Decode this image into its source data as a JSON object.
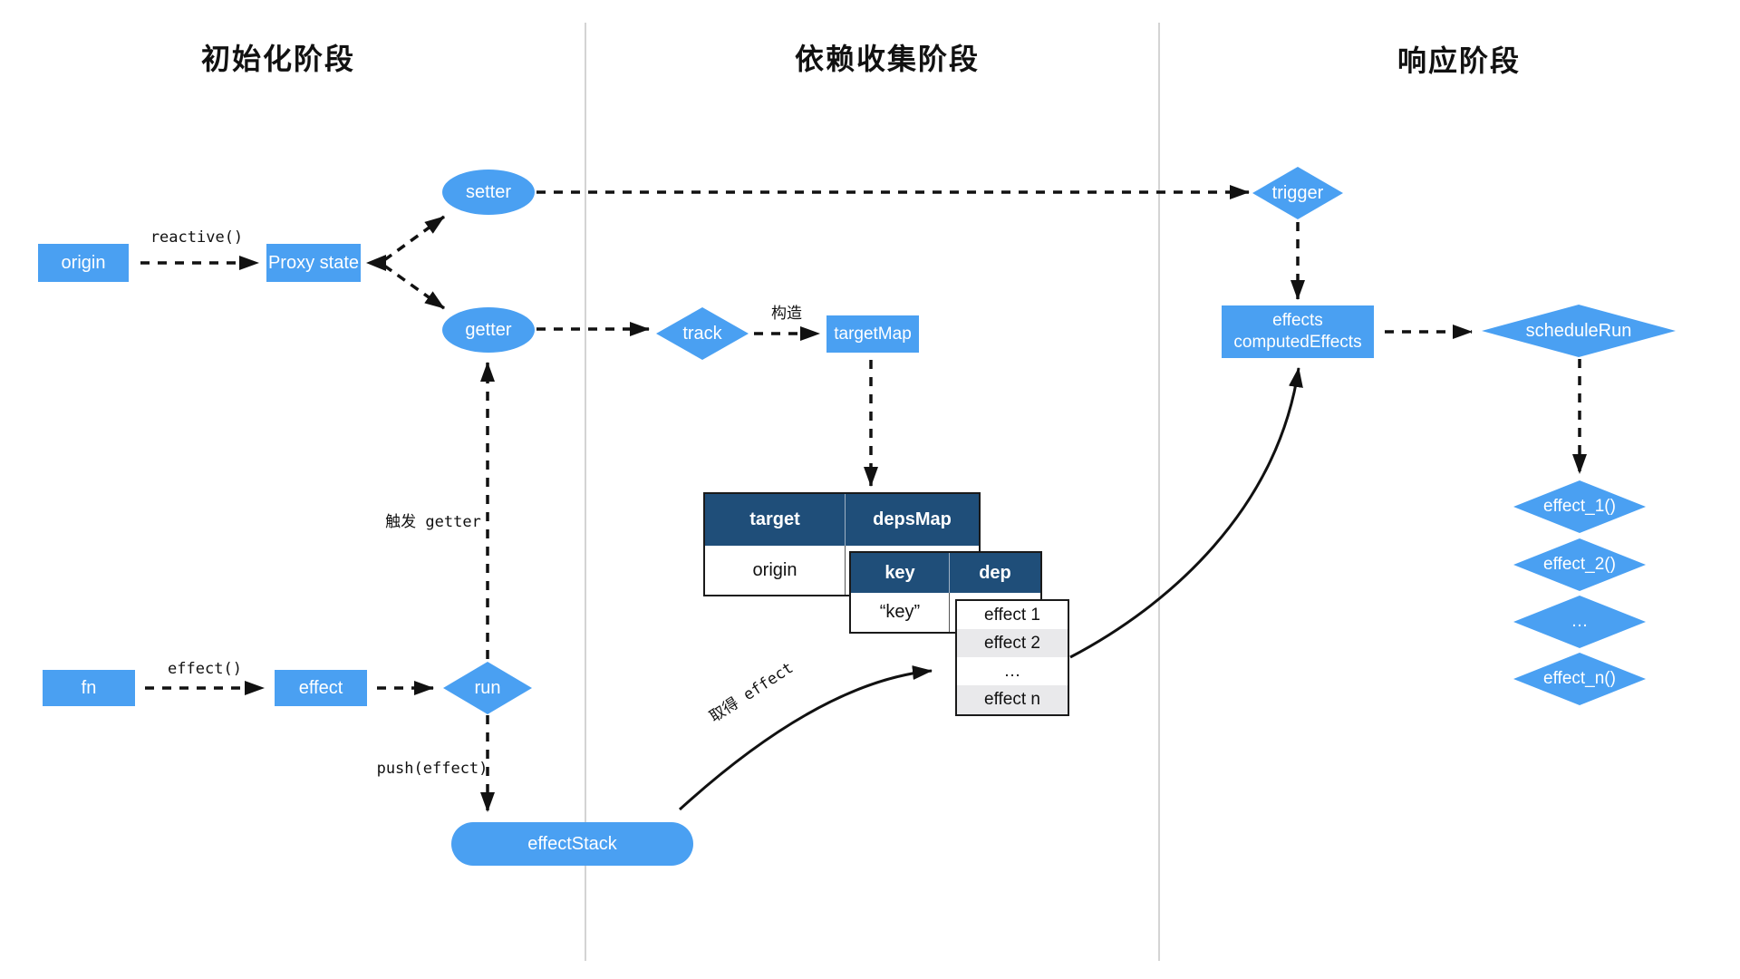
{
  "colors": {
    "node_blue": "#4AA0F2",
    "header_navy": "#1F4E79",
    "row_gray": "#E9E9EB",
    "divider_gray": "#D4D4D4",
    "arrow_black": "#111111"
  },
  "sections": {
    "init": {
      "title": "初始化阶段"
    },
    "collect": {
      "title": "依赖收集阶段"
    },
    "respond": {
      "title": "响应阶段"
    }
  },
  "nodes": {
    "origin": {
      "label": "origin"
    },
    "proxy_state": {
      "label": "Proxy state"
    },
    "setter": {
      "label": "setter"
    },
    "getter": {
      "label": "getter"
    },
    "fn": {
      "label": "fn"
    },
    "effect": {
      "label": "effect"
    },
    "run": {
      "label": "run"
    },
    "effect_stack": {
      "label": "effectStack"
    },
    "track": {
      "label": "track"
    },
    "target_map": {
      "label": "targetMap"
    },
    "trigger": {
      "label": "trigger"
    },
    "effects": {
      "line1": "effects",
      "line2": "computedEffects"
    },
    "schedule_run": {
      "label": "scheduleRun"
    },
    "effect_1": {
      "label": "effect_1()"
    },
    "effect_2": {
      "label": "effect_2()"
    },
    "effect_more": {
      "label": "…"
    },
    "effect_n": {
      "label": "effect_n()"
    }
  },
  "annotations": {
    "reactive": "reactive()",
    "effect_call": "effect()",
    "push_effect": "push(effect)",
    "trigger_getter": "触发 getter",
    "construct": "构造",
    "get_effect": "取得 effect"
  },
  "tables": {
    "target_map": {
      "col1": "target",
      "col2": "depsMap",
      "row1_col1": "origin"
    },
    "deps_map": {
      "col1": "key",
      "col2": "dep",
      "row1_col1": "“key”"
    },
    "dep_list": {
      "row1": "effect 1",
      "row2": "effect 2",
      "row3": "…",
      "row4": "effect n"
    }
  }
}
